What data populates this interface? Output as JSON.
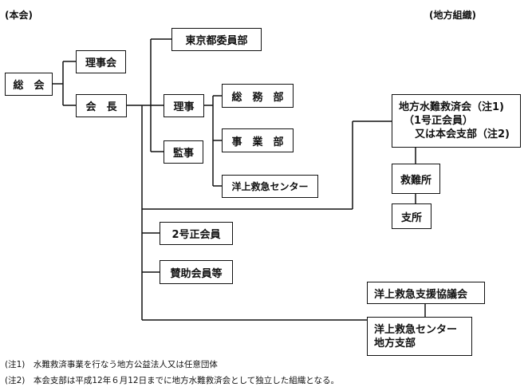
{
  "header": {
    "left": "(本会)",
    "right": "(地方組織)"
  },
  "nodes": {
    "sokai": "総　会",
    "rijikai": "理事会",
    "kaicho": "会　長",
    "tokyo": "東京都委員部",
    "riji": "理事",
    "kanji": "監事",
    "somu": "総　務　部",
    "jigyo": "事　業　部",
    "center": "洋上救急センター",
    "chiho_l1": "地方水難救済会（注1)",
    "chiho_l2": "（1号正会員）",
    "chiho_l3": "又は本会支部（注2)",
    "kyunan": "救難所",
    "shisho": "支所",
    "nigo": "2号正会員",
    "sanjo": "賛助会員等",
    "kyogikai": "洋上救急支援協議会",
    "shibu_l1": "洋上救急センター",
    "shibu_l2": "地方支部"
  },
  "notes": {
    "n1": "(注1)　水難救済事業を行なう地方公益法人又は任意団体",
    "n2": "(注2)　本会支部は平成12年６月12日までに地方水難救済会として独立した組織となる。"
  }
}
